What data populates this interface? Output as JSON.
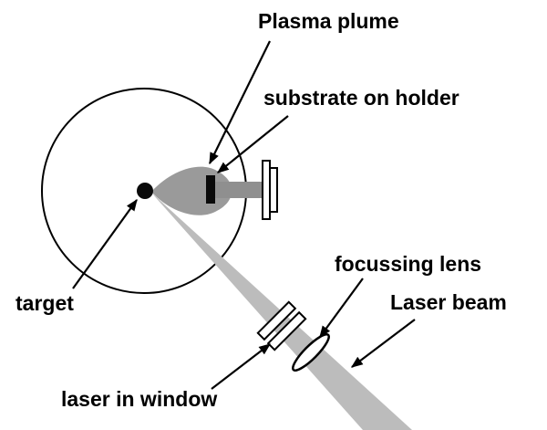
{
  "labels": {
    "plasma_plume": "Plasma plume",
    "substrate_on_holder": "substrate on holder",
    "target": "target",
    "focussing_lens": "focussing lens",
    "laser_beam": "Laser beam",
    "laser_in_window": "laser in window"
  },
  "colors": {
    "background": "#ffffff",
    "line": "#000000",
    "laser_beam_fill": "#bcbcbc",
    "plume_fill": "#9a9a9a",
    "holder_fill": "#8f8f8f",
    "substrate_fill": "#0a0a0a",
    "target_fill": "#0a0a0a"
  }
}
